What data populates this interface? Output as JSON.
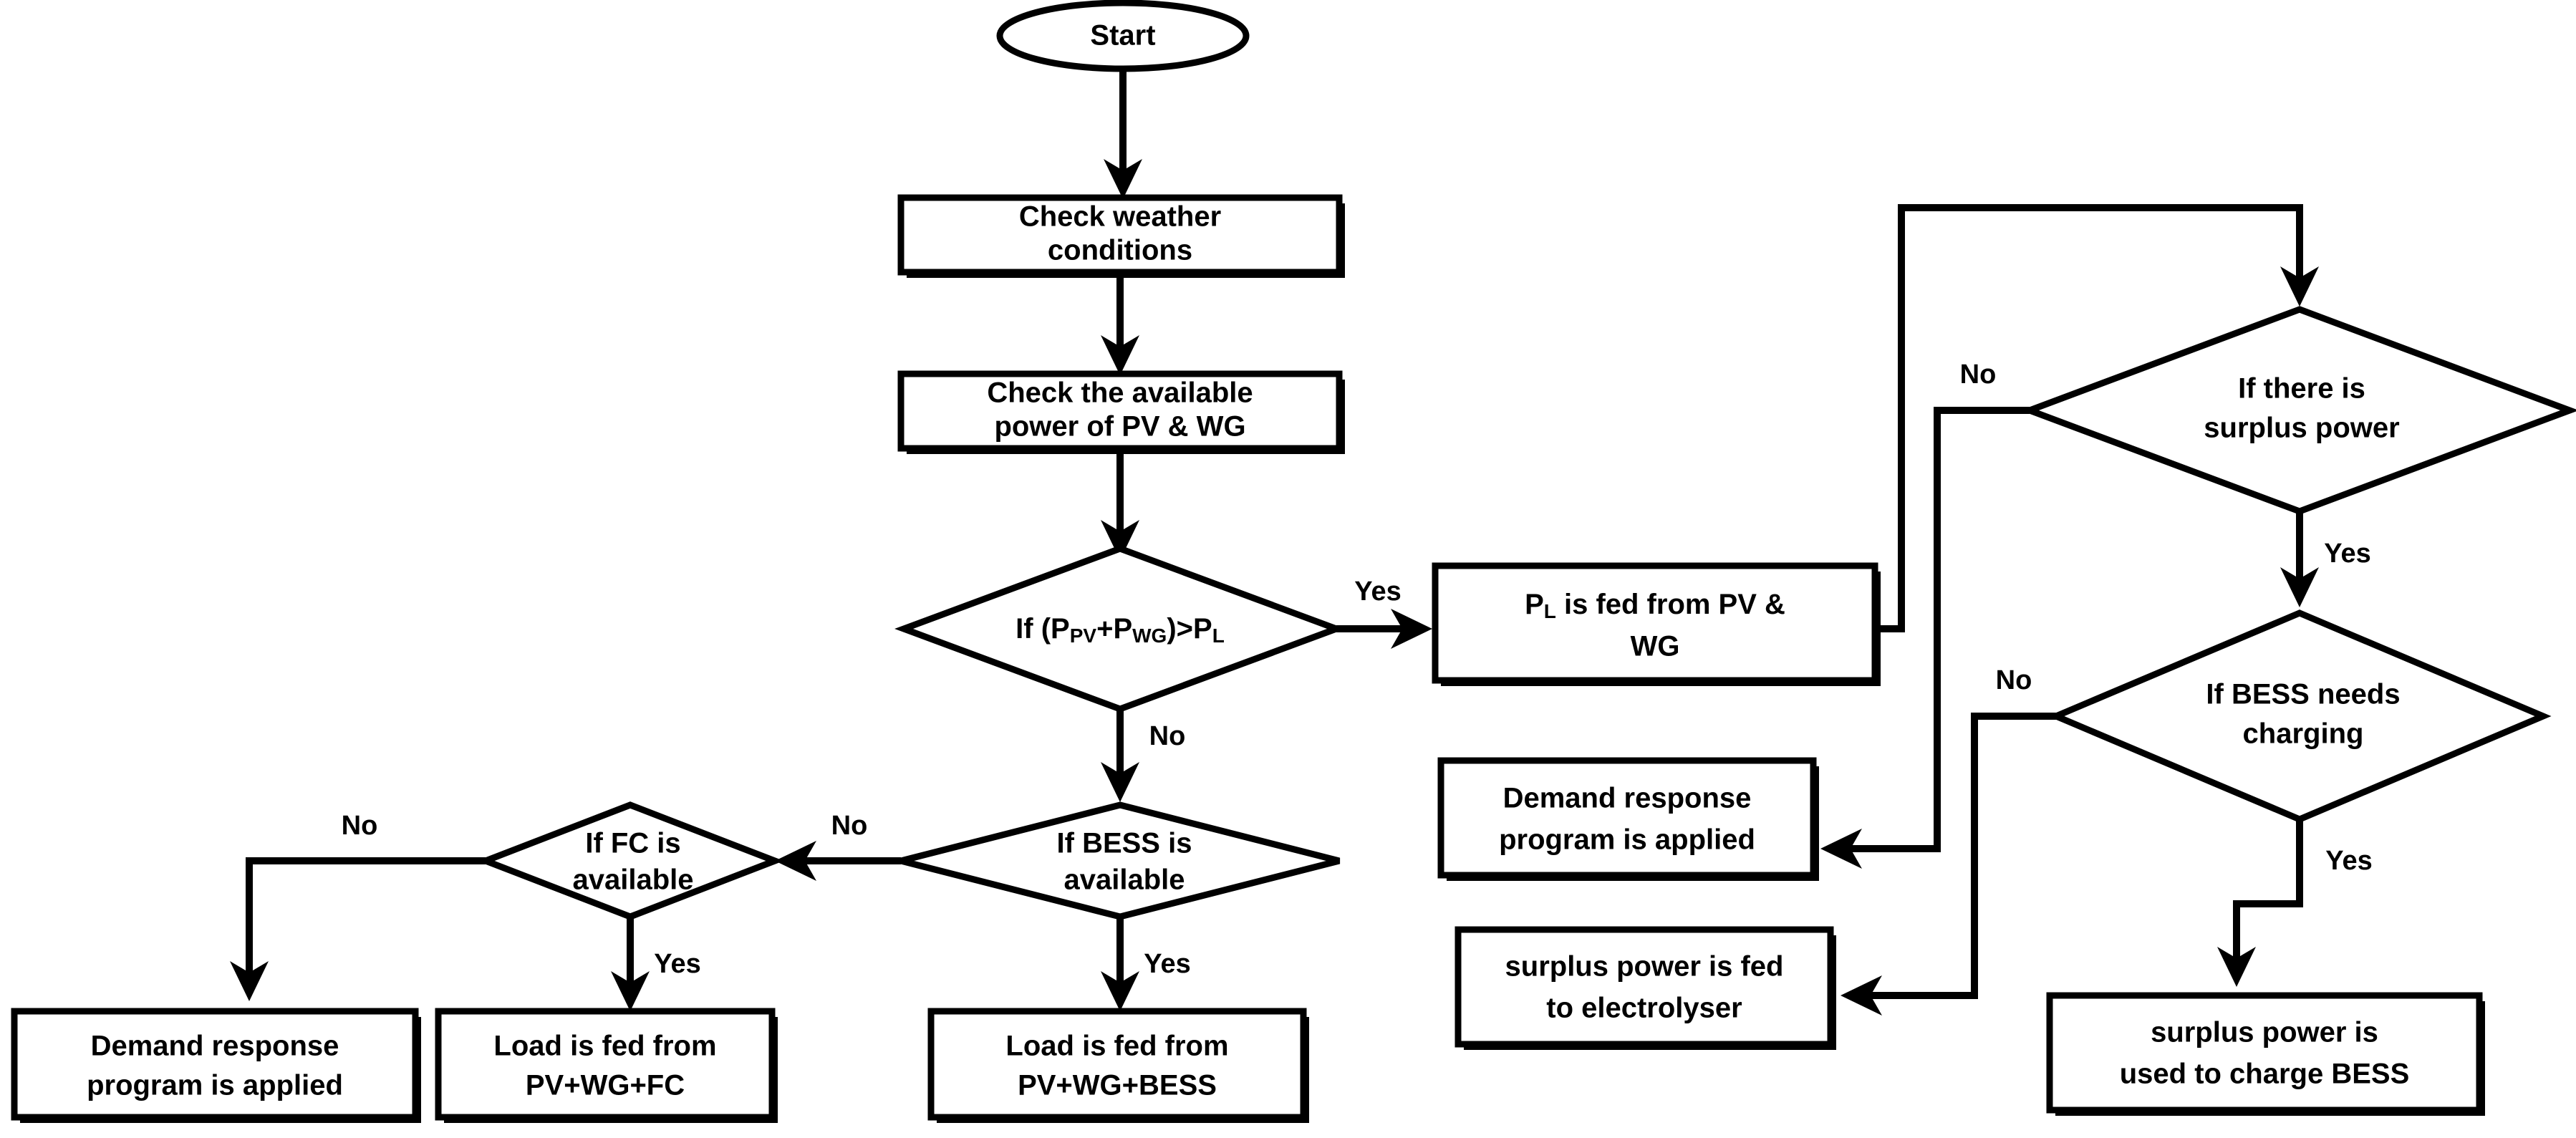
{
  "diagram": {
    "title": "Energy management flowchart",
    "stroke_color": "#000000",
    "fill_color": "#ffffff",
    "nodes": {
      "start": {
        "label": "Start",
        "shape": "ellipse"
      },
      "check_weather": {
        "line1": "Check weather",
        "line2": "conditions",
        "shape": "process"
      },
      "check_power": {
        "line1": "Check the available",
        "line2": "power of PV & WG",
        "shape": "process"
      },
      "main_decision": {
        "prefix": "If (P",
        "sub1": "PV",
        "mid": "+P",
        "sub2": "WG",
        "suffix": ")>P",
        "sub3": "L",
        "shape": "decision"
      },
      "pl_fed": {
        "prefix": "P",
        "sub1": "L",
        "rest": " is fed from PV &",
        "line2": "WG",
        "shape": "process"
      },
      "surplus_decision": {
        "line1": "If  there is",
        "line2": "surplus power",
        "shape": "decision"
      },
      "bess_charging_decision": {
        "line1": "If BESS needs",
        "line2": "charging",
        "shape": "decision"
      },
      "demand_response_right": {
        "line1": "Demand response",
        "line2": "program is applied",
        "shape": "process"
      },
      "surplus_to_electrolyser": {
        "line1": "surplus power is fed",
        "line2": "to electrolyser",
        "shape": "process"
      },
      "charge_bess": {
        "line1": "surplus power is",
        "line2": "used to charge BESS",
        "shape": "process"
      },
      "bess_available_decision": {
        "line1": "If BESS is",
        "line2": "available",
        "shape": "decision"
      },
      "fc_available_decision": {
        "line1": "If FC is",
        "line2": "available",
        "shape": "decision"
      },
      "demand_response_left": {
        "line1": "Demand response",
        "line2": "program is applied",
        "shape": "process"
      },
      "load_fed_fc": {
        "line1": "Load is fed from",
        "line2": "PV+WG+FC",
        "shape": "process"
      },
      "load_fed_bess": {
        "line1": "Load is fed from",
        "line2": "PV+WG+BESS",
        "shape": "process"
      }
    },
    "edge_labels": {
      "main_yes": "Yes",
      "main_no": "No",
      "surplus_no": "No",
      "surplus_yes": "Yes",
      "bess_charging_no": "No",
      "bess_charging_yes": "Yes",
      "bess_available_no": "No",
      "bess_available_yes": "Yes",
      "fc_available_no": "No",
      "fc_available_yes": "Yes"
    }
  }
}
